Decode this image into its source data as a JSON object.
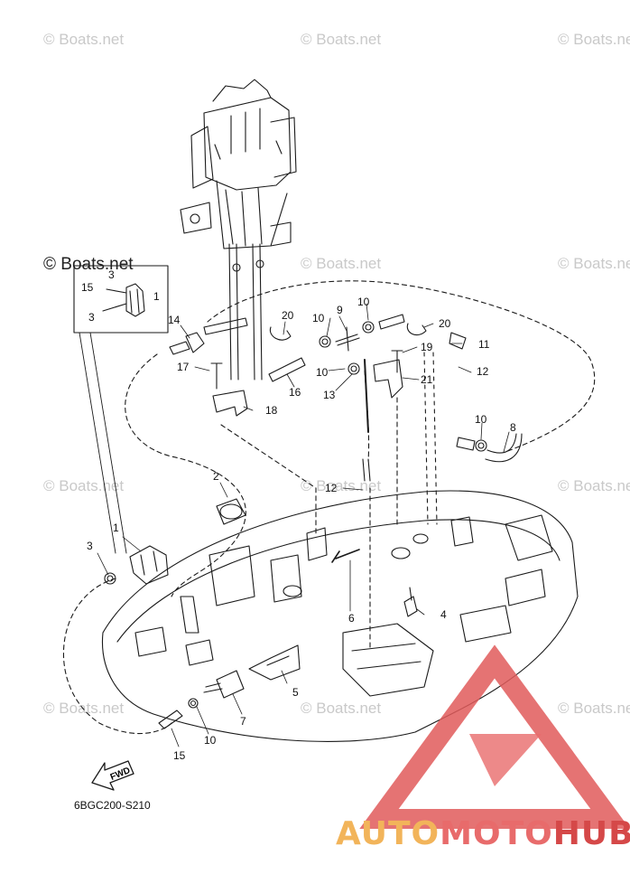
{
  "watermark": "© Boats.net",
  "diagram_code": "6BGC200-S210",
  "fwd_label": "FWD",
  "brand": {
    "part1": "AUTO",
    "part2": "MOTO",
    "part3": "HUB"
  },
  "callouts": {
    "c1": "1",
    "c1b": "1",
    "c2": "2",
    "c3": "3",
    "c3a": "3",
    "c3b": "3",
    "c4": "4",
    "c5": "5",
    "c6": "6",
    "c7": "7",
    "c8": "8",
    "c9": "9",
    "c10a": "10",
    "c10b": "10",
    "c10c": "10",
    "c10d": "10",
    "c10e": "10",
    "c11": "11",
    "c12a": "12",
    "c12b": "12",
    "c13": "13",
    "c14": "14",
    "c15a": "15",
    "c15b": "15",
    "c16": "16",
    "c17": "17",
    "c18": "18",
    "c19": "19",
    "c20a": "20",
    "c20b": "20",
    "c21": "21"
  },
  "colors": {
    "line": "#1a1a1a",
    "watermark": "#c9c9c9",
    "logo_red": "#e05a5a",
    "logo_orange": "#f2b45a"
  }
}
